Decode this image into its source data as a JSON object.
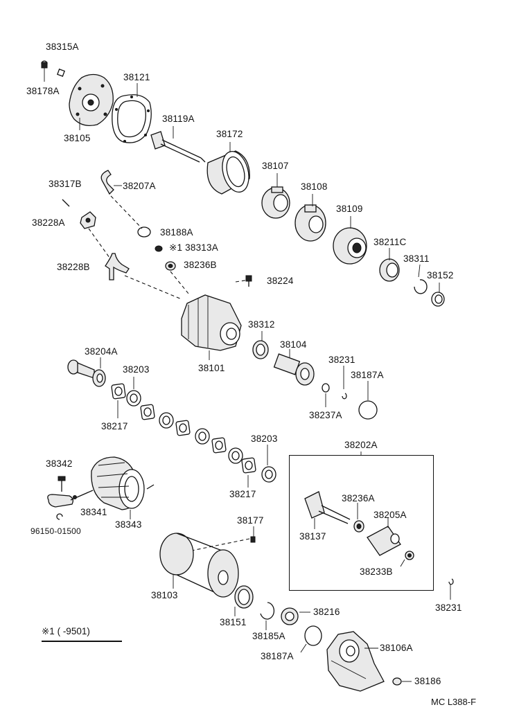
{
  "parts": {
    "p38315A": "38315A",
    "p38178A": "38178A",
    "p38121": "38121",
    "p38105": "38105",
    "p38119A": "38119A",
    "p38172": "38172",
    "p38107": "38107",
    "p38108": "38108",
    "p38109": "38109",
    "p38317B": "38317B",
    "p38207A": "38207A",
    "p38228A": "38228A",
    "p38188A": "38188A",
    "p38313A": "※1 38313A",
    "p38236B": "38236B",
    "p38228B": "38228B",
    "p38224": "38224",
    "p38211C": "38211C",
    "p38311": "38311",
    "p38152": "38152",
    "p38312": "38312",
    "p38104": "38104",
    "p38101": "38101",
    "p38204A": "38204A",
    "p38203a": "38203",
    "p38217a": "38217",
    "p38231a": "38231",
    "p38187A_top": "38187A",
    "p38237A": "38237A",
    "p38203b": "38203",
    "p38217b": "38217",
    "p38202A": "38202A",
    "p38342": "38342",
    "p38341": "38341",
    "p38343": "38343",
    "p96150": "96150-01500",
    "p38177": "38177",
    "p38236A": "38236A",
    "p38205A": "38205A",
    "p38137": "38137",
    "p38233B": "38233B",
    "p38103": "38103",
    "p38231b": "38231",
    "p38151": "38151",
    "p38216": "38216",
    "p38185A": "38185A",
    "p38106A": "38106A",
    "p38187A_bot": "38187A",
    "p38186": "38186"
  },
  "legend": "※1 (      -9501)",
  "drawing_code": "MC  L388-F"
}
